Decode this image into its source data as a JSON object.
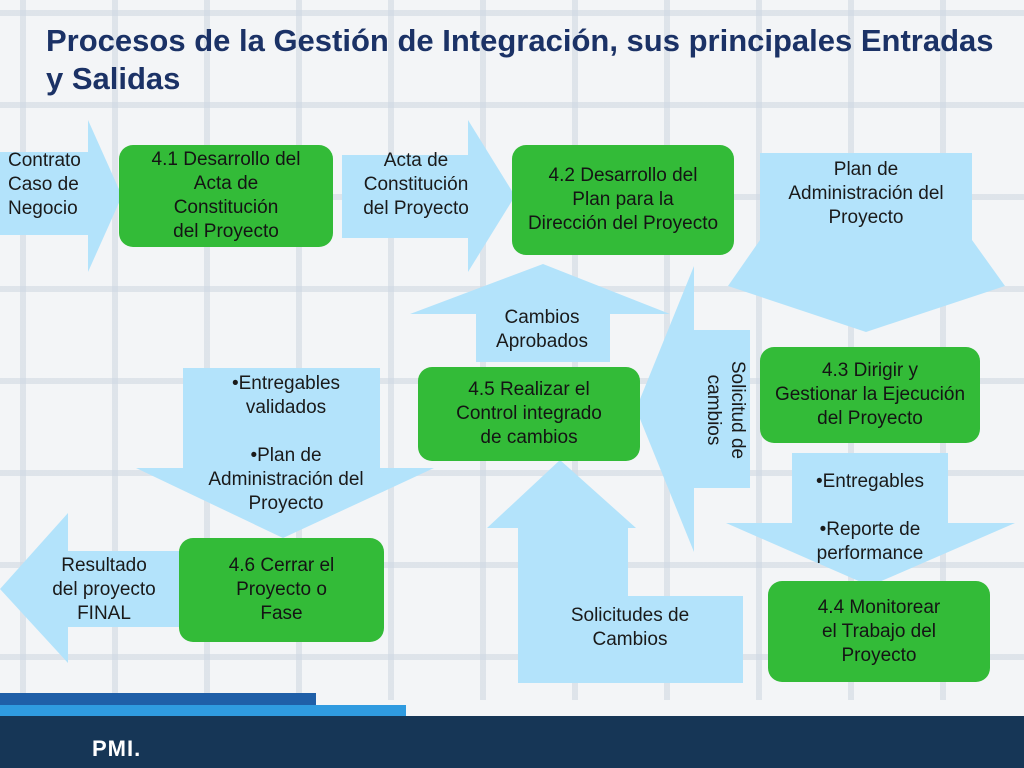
{
  "title": "Procesos de la Gestión de Integración, sus principales Entradas y Salidas",
  "inputs": {
    "contrato": "Contrato\nCaso de\nNegocio",
    "acta": "Acta de\nConstitución\ndel Proyecto",
    "plan_admin": "Plan de\nAdministración del\nProyecto",
    "cambios_aprobados": "Cambios\nAprobados",
    "solicitud_cambios": "Solicitud de\ncambios",
    "entregables_validados": "•Entregables\nvalidados\n\n•Plan de\nAdministración del\nProyecto",
    "entregables_reporte": "•Entregables\n\n•Reporte de\nperformance",
    "solicitudes_cambios": "Solicitudes de\nCambios",
    "resultado": "Resultado\ndel proyecto\nFINAL"
  },
  "processes": {
    "p41": "4.1 Desarrollo del\nActa de\nConstitución\ndel Proyecto",
    "p42": "4.2 Desarrollo del\nPlan para la\nDirección del Proyecto",
    "p43": "4.3 Dirigir y\nGestionar la Ejecución\ndel Proyecto",
    "p44": "4.4 Monitorear\nel Trabajo del\nProyecto",
    "p45": "4.5 Realizar el\nControl  integrado\nde cambios",
    "p46": "4.6 Cerrar el\nProyecto o\nFase"
  },
  "footer": {
    "logo": "PMI."
  },
  "colors": {
    "arrow": "#b3e3fb",
    "process": "#33bb38",
    "title": "#1b3266",
    "footer": "#163656",
    "stripe_dark": "#1f5fa8",
    "stripe_light": "#2f9be0"
  }
}
